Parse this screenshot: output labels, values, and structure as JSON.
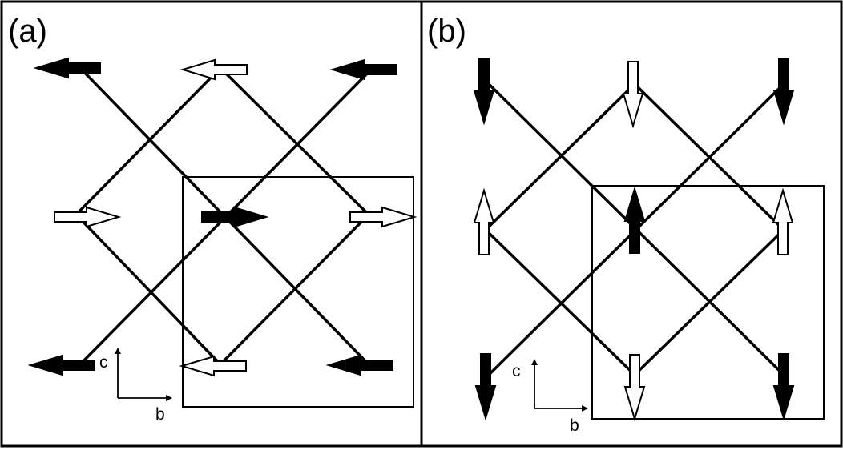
{
  "panels": [
    {
      "label": "(a)",
      "orientation": "horizontal",
      "axes": {
        "vertical": "c",
        "horizontal": "b"
      }
    },
    {
      "label": "(b)",
      "orientation": "vertical",
      "axes": {
        "vertical": "c",
        "horizontal": "b"
      }
    }
  ],
  "colors": {
    "filled": "#000000",
    "open": "#ffffff",
    "line": "#000000"
  }
}
